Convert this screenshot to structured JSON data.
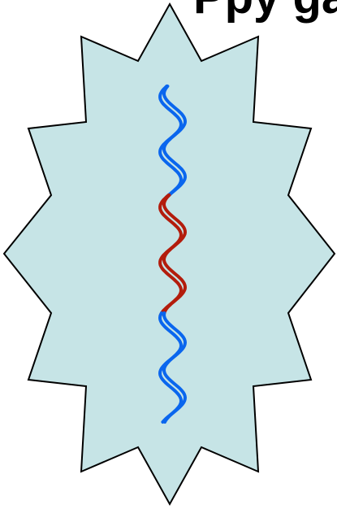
{
  "heading": {
    "visible_text": "Ppy ga"
  },
  "colors": {
    "background": "#ffffff",
    "burst_fill": "#c6e4e6",
    "burst_stroke": "#000000",
    "helix_blue": "#0a66ee",
    "helix_red": "#b31c0c"
  },
  "shapes": [
    {
      "name": "starburst",
      "kind": "twelve-point burst"
    },
    {
      "name": "dna-strand",
      "kind": "double helix",
      "segments": [
        "blue",
        "red",
        "blue"
      ]
    }
  ]
}
